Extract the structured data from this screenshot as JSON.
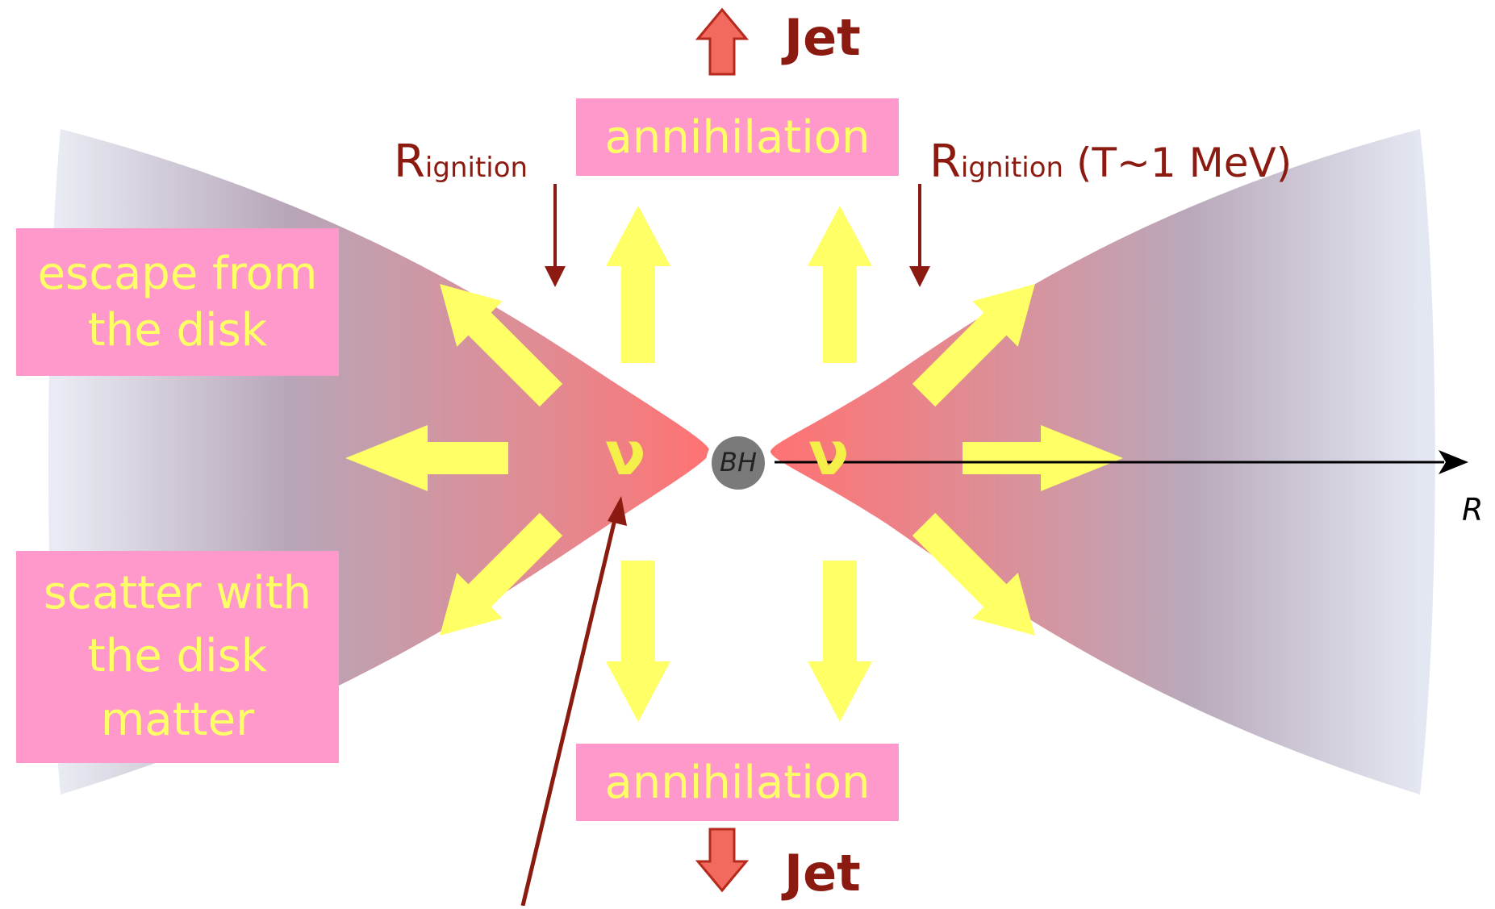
{
  "jet_top": "Jet",
  "jet_bottom": "Jet",
  "annihilation_top": "annihilation",
  "annihilation_bottom": "annihilation",
  "escape_box": "escape from the disk",
  "scatter_box": "scatter with the disk matter",
  "r_ignition_left": {
    "main": "R",
    "sub": "ignition"
  },
  "r_ignition_right": {
    "main": "R",
    "sub": "ignition",
    "suffix": " (T~1 MeV)"
  },
  "nu_left": "ν",
  "nu_right": "ν",
  "black_hole": "BH",
  "axis_label": "R",
  "colors": {
    "disk_hot": "#ff7a7a",
    "disk_cool": "#c8cde0",
    "arrow_yellow": "#ffff66",
    "box_pink": "#ff99cc",
    "box_text": "#ffff66",
    "label_darkred": "#8b1a10",
    "jet_arrow_fill": "#f26a5d",
    "black_hole": "#7a7a7a"
  }
}
